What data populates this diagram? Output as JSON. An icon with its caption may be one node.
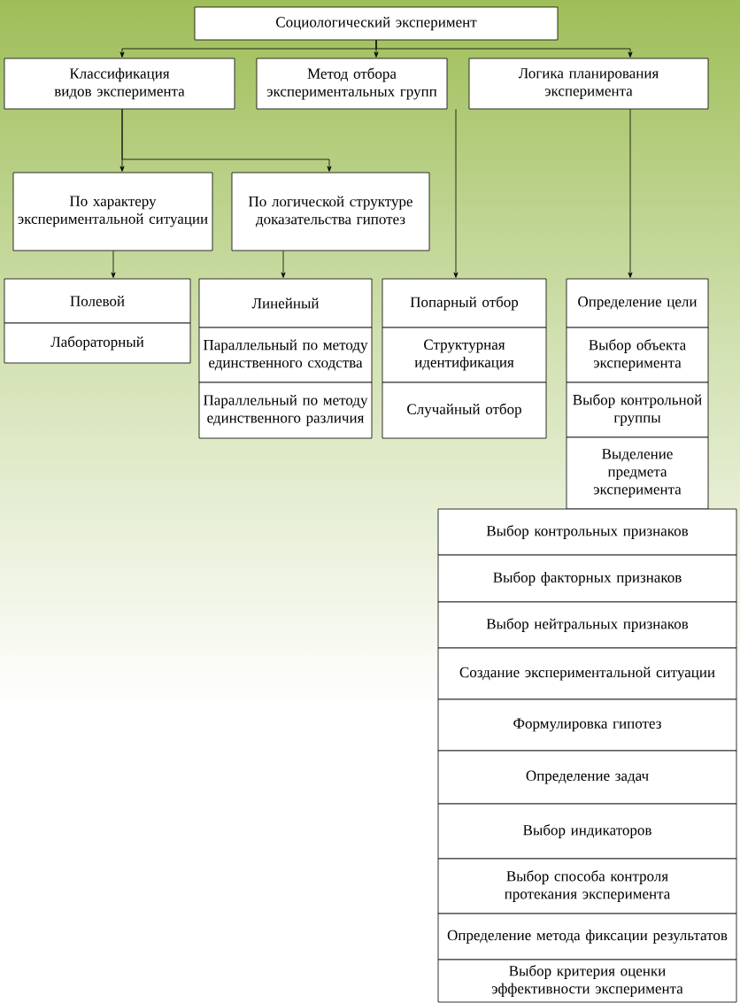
{
  "diagram": {
    "nodes": [
      {
        "text": [
          "Социологический эксперимент"
        ]
      },
      {
        "text": [
          "Классификация видов эксперимента"
        ]
      },
      {
        "text": [
          "Метод отбора экспериментальных групп"
        ]
      },
      {
        "text": [
          "Логика планирования эксперимента"
        ]
      },
      {
        "text": [
          "По характеру экспериментальной ситуации"
        ]
      },
      {
        "text": [
          "По логической структуре доказательства гипотез"
        ]
      },
      {
        "text": [
          "Полевой"
        ]
      },
      {
        "text": [
          "Лабораторный"
        ]
      },
      {
        "text": [
          "Линейный"
        ]
      },
      {
        "text": [
          "Параллельный по методу единственного сходства"
        ]
      },
      {
        "text": [
          "Параллельный по методу единственного различия"
        ]
      },
      {
        "text": [
          "Попарный отбор"
        ]
      },
      {
        "text": [
          "Структурная идентификация"
        ]
      },
      {
        "text": [
          "Случайный отбор"
        ]
      },
      {
        "text": [
          "Определение цели"
        ]
      },
      {
        "text": [
          "Выбор объекта эксперимента"
        ]
      },
      {
        "text": [
          "Выбор контрольной группы"
        ]
      },
      {
        "text": [
          "Выделение предмета эксперимента"
        ]
      },
      {
        "text": [
          "Выбор контрольных признаков"
        ]
      },
      {
        "text": [
          "Выбор факторных признаков"
        ]
      },
      {
        "text": [
          "Выбор нейтральных признаков"
        ]
      },
      {
        "text": [
          "Создание экспериментальной ситуации"
        ]
      },
      {
        "text": [
          "Формулировка гипотез"
        ]
      },
      {
        "text": [
          "Определение задач"
        ]
      },
      {
        "text": [
          "Выбор индикаторов"
        ]
      },
      {
        "text": [
          "Выбор способа контроля протекания эксперимента"
        ]
      },
      {
        "text": [
          "Определение метода фиксации результатов"
        ]
      },
      {
        "text": [
          "Выбор критерия оценки эффективности эксперимента"
        ]
      }
    ],
    "edges": [
      {
        "from": 0,
        "to": 1,
        "arrow": "to"
      },
      {
        "from": 0,
        "to": 2,
        "arrow": "to"
      },
      {
        "from": 0,
        "to": 3,
        "arrow": "to"
      },
      {
        "from": 1,
        "to": 4,
        "arrow": "to"
      },
      {
        "from": 1,
        "to": 5,
        "arrow": "to"
      },
      {
        "from": 4,
        "to": 6,
        "arrow": "to"
      },
      {
        "from": 5,
        "to": 8,
        "arrow": "to"
      },
      {
        "from": 2,
        "to": 11,
        "arrow": "to"
      },
      {
        "from": 3,
        "to": 14,
        "arrow": "to"
      }
    ]
  }
}
